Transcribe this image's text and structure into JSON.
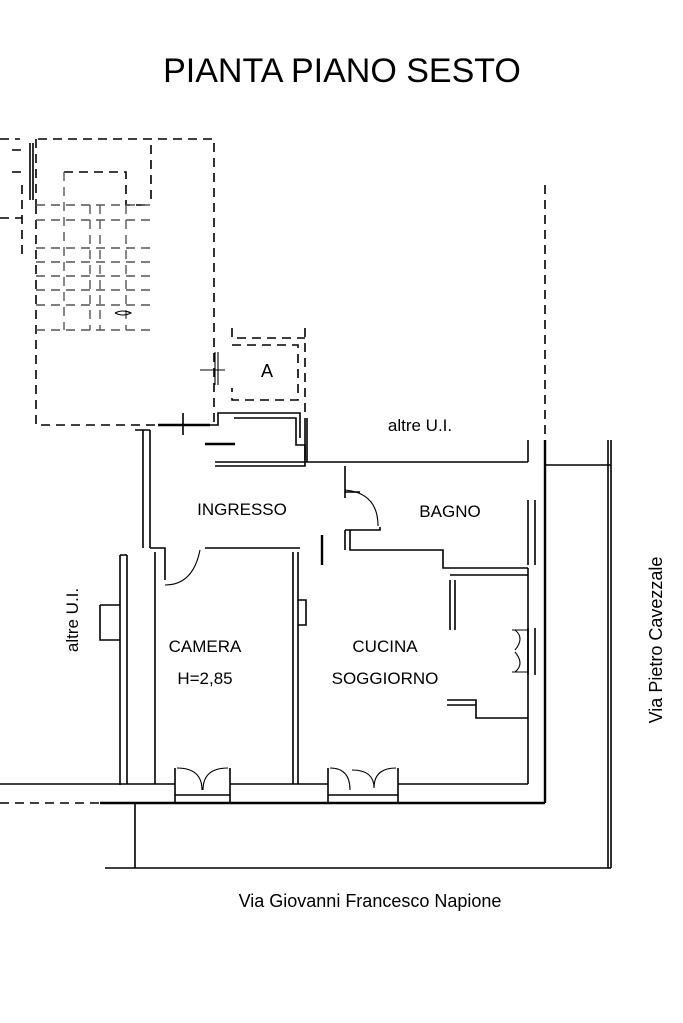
{
  "title": "PIANTA PIANO SESTO",
  "rooms": {
    "ingresso": "INGRESSO",
    "bagno": "BAGNO",
    "camera": "CAMERA",
    "camera_height": "H=2,85",
    "cucina": "CUCINA",
    "soggiorno": "SOGGIORNO",
    "box_a": "A"
  },
  "labels": {
    "altre_top": "altre U.I.",
    "altre_left": "altre U.I."
  },
  "streets": {
    "east": "Via Pietro Cavezzale",
    "south": "Via Giovanni Francesco Napione"
  }
}
